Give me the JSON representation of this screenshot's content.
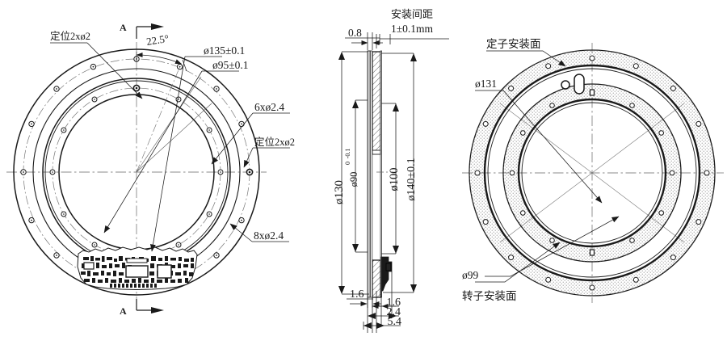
{
  "drawing": {
    "title": "Frameless motor / encoder ring assembly drawing",
    "units": "mm",
    "line_color": "#1a1a1a",
    "hatch_color": "#555555",
    "center_line_color": "#666666"
  },
  "views": {
    "left": {
      "name": "front-view",
      "section_marker_top": "A",
      "section_marker_bottom": "A",
      "angle_label": "22.5°",
      "callouts": [
        {
          "id": "locating-top-left",
          "text": "定位2xø2"
        },
        {
          "id": "dia-135",
          "text": "ø135±0.1"
        },
        {
          "id": "dia-95",
          "text": "ø95±0.1"
        },
        {
          "id": "holes-6",
          "text": "6xø2.4"
        },
        {
          "id": "locating-right",
          "text": "定位2xø2"
        },
        {
          "id": "holes-8",
          "text": "8xø2.4"
        }
      ]
    },
    "middle": {
      "name": "section-view-A-A",
      "top_label_line1": "安装间距",
      "top_label_line2": "1±0.1mm",
      "dim_top": "0.8",
      "dim_left_outer": "ø130",
      "dim_left_inner": "ø90",
      "dim_left_inner_tol_upper": "0",
      "dim_left_inner_tol_lower": "-0.1",
      "dim_right_inner": "ø100",
      "dim_right_outer": "ø140±0.1",
      "dim_bottom_left": "1.6",
      "dim_bottom_chain": [
        "1.6",
        "2.4",
        "5.4"
      ]
    },
    "right": {
      "name": "rear-view",
      "callouts": [
        {
          "id": "stator-mount-face",
          "text": "定子安装面"
        },
        {
          "id": "dia-131",
          "text": "ø131"
        },
        {
          "id": "dia-99",
          "text": "ø99"
        },
        {
          "id": "rotor-mount-face",
          "text": "转子安装面"
        }
      ]
    }
  }
}
